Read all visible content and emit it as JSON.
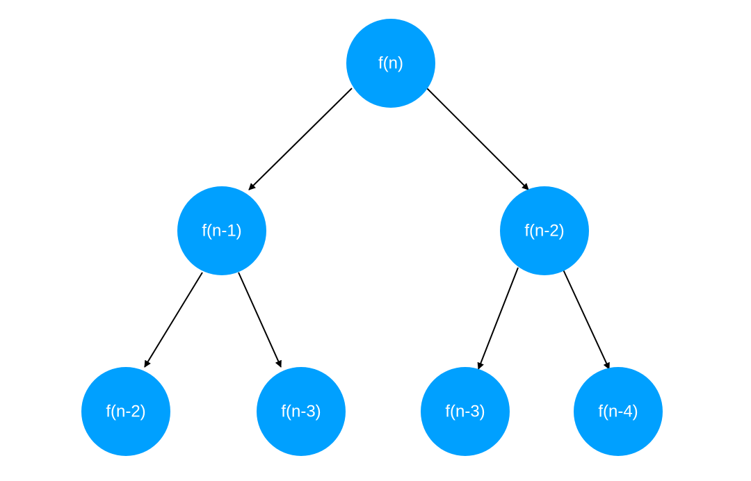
{
  "diagram": {
    "colors": {
      "node_fill": "#00A0FF",
      "node_text": "#FFFFFF",
      "edge": "#000000",
      "background": "#FFFFFF"
    },
    "nodes": [
      {
        "id": "root",
        "label": "f(n)"
      },
      {
        "id": "l1",
        "label": "f(n-1)"
      },
      {
        "id": "r1",
        "label": "f(n-2)"
      },
      {
        "id": "ll",
        "label": "f(n-2)"
      },
      {
        "id": "lr",
        "label": "f(n-3)"
      },
      {
        "id": "rl",
        "label": "f(n-3)"
      },
      {
        "id": "rr",
        "label": "f(n-4)"
      }
    ],
    "edges": [
      {
        "from": "root",
        "to": "l1"
      },
      {
        "from": "root",
        "to": "r1"
      },
      {
        "from": "l1",
        "to": "ll"
      },
      {
        "from": "l1",
        "to": "lr"
      },
      {
        "from": "r1",
        "to": "rl"
      },
      {
        "from": "r1",
        "to": "rr"
      }
    ]
  }
}
